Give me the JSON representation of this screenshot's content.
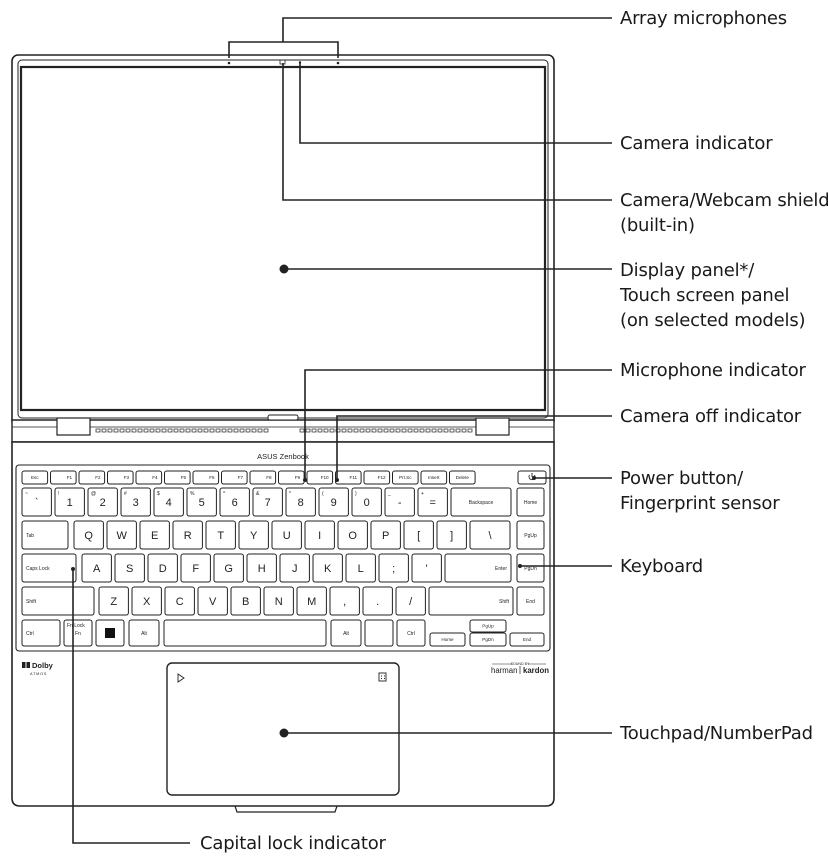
{
  "brand": {
    "model_label": "ASUS Zenbook",
    "dolby_label": "Dolby",
    "atmos_label": "ATMOS",
    "sound_by_label": "SOUND BY",
    "harman_label": "harman",
    "kardon_label": "kardon"
  },
  "callouts": [
    {
      "id": "array-microphones",
      "lines": [
        "Array microphones"
      ]
    },
    {
      "id": "camera-indicator",
      "lines": [
        "Camera indicator"
      ]
    },
    {
      "id": "camera-webcam-shield",
      "lines": [
        "Camera/Webcam shield",
        "(built-in)"
      ]
    },
    {
      "id": "display-panel",
      "lines": [
        "Display panel*/",
        "Touch screen panel",
        "(on selected models)"
      ]
    },
    {
      "id": "microphone-indicator",
      "lines": [
        "Microphone indicator"
      ]
    },
    {
      "id": "camera-off-indicator",
      "lines": [
        "Camera off indicator"
      ]
    },
    {
      "id": "power-button",
      "lines": [
        "Power button/",
        "Fingerprint sensor"
      ]
    },
    {
      "id": "keyboard",
      "lines": [
        "Keyboard"
      ]
    },
    {
      "id": "touchpad",
      "lines": [
        "Touchpad/NumberPad"
      ]
    },
    {
      "id": "capital-lock-indicator",
      "lines": [
        "Capital lock indicator"
      ]
    }
  ],
  "keyboard": {
    "fn_row": [
      "Esc",
      "F1",
      "F2",
      "F3",
      "F4",
      "F5",
      "F6",
      "F7",
      "F8",
      "F9",
      "F10",
      "F11",
      "F12",
      "Prt.Sc",
      "Insert",
      "Delete"
    ],
    "number_row": [
      "`",
      "1",
      "2",
      "3",
      "4",
      "5",
      "6",
      "7",
      "8",
      "9",
      "0",
      "-",
      "=",
      "Backspace",
      "Home"
    ],
    "number_row_shift": [
      "~",
      "!",
      "@",
      "#",
      "$",
      "%",
      "^",
      "&",
      "*",
      "(",
      ")",
      "_",
      "+"
    ],
    "qwerty_row": [
      "Tab",
      "Q",
      "W",
      "E",
      "R",
      "T",
      "Y",
      "U",
      "I",
      "O",
      "P",
      "[",
      "]",
      "\\",
      "PgUp"
    ],
    "home_row": [
      "Caps Lock",
      "A",
      "S",
      "D",
      "F",
      "G",
      "H",
      "J",
      "K",
      "L",
      ";",
      "'",
      "Enter",
      "PgDn"
    ],
    "shift_row": [
      "Shift",
      "Z",
      "X",
      "C",
      "V",
      "B",
      "N",
      "M",
      ",",
      ".",
      "/",
      "Shift",
      "End"
    ],
    "bottom_row": [
      "Ctrl",
      "Fn",
      "",
      "Alt",
      "",
      "Alt",
      "",
      "Ctrl",
      "Home",
      "PgUp",
      "PgDn",
      "End"
    ],
    "lock_label": "Fn Lock"
  }
}
